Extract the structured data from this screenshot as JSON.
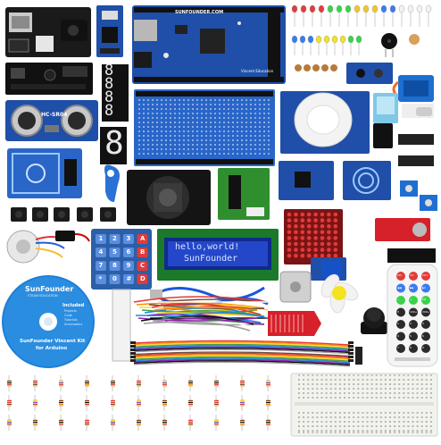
{
  "board": {
    "brand": "SUNFOUNDER.COM",
    "model": "Vincent Education"
  },
  "lcd": {
    "line1": "hello,world!",
    "line2": "SunFounder"
  },
  "ultrasonic": {
    "model": "HC-SR04"
  },
  "seven_segment": {
    "digits": [
      "8",
      "8",
      "8",
      "8"
    ],
    "single": "8"
  },
  "cd": {
    "brand": "SunFounder",
    "tagline": "STEAM EDUCATION",
    "included_heading": "Included",
    "included_items": [
      "Projects",
      "Code",
      "Tutorials",
      "Schematics"
    ],
    "title_line1": "SunFounder Vincent Kit",
    "title_line2": "for Arduino"
  },
  "keypad": {
    "keys": [
      "1",
      "2",
      "3",
      "A",
      "4",
      "5",
      "6",
      "B",
      "7",
      "8",
      "9",
      "C",
      "*",
      "0",
      "#",
      "D"
    ]
  },
  "remote": {
    "keys": [
      "CH-",
      "CH",
      "CH+",
      "◀◀",
      "▶▶",
      "▶II",
      "−",
      "+",
      "EQ",
      "0",
      "100+",
      "200+",
      "1",
      "2",
      "3",
      "4",
      "5",
      "6",
      "7",
      "8",
      "9"
    ]
  },
  "colors": {
    "pcb_blue": "#1f4fa8",
    "proto_blue": "#2a66c8",
    "lcd_green": "#1b5c1b",
    "red_module": "#d6202a",
    "breadboard": "#f2f2ee"
  }
}
